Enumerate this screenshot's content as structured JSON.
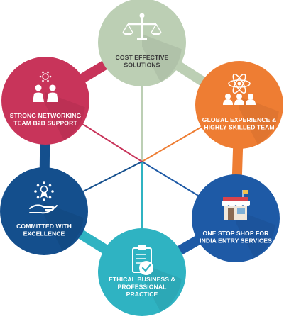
{
  "diagram": {
    "nodes": [
      {
        "id": "cost",
        "label_lines": [
          "COST EFFECTIVE",
          "SOLUTIONS"
        ],
        "color": "#bccfb4",
        "text_color": "#3a3a3a",
        "icon": "scales-icon"
      },
      {
        "id": "global",
        "label_lines": [
          "GLOBAL EXPERIENCE &",
          "HIGHLY SKILLED TEAM"
        ],
        "color": "#ee7d33",
        "text_color": "#ffffff",
        "icon": "global-team-icon"
      },
      {
        "id": "onestop",
        "label_lines": [
          "ONE STOP SHOP FOR",
          "INDIA ENTRY SERVICES"
        ],
        "color": "#1e5aa6",
        "text_color": "#ffffff",
        "icon": "storefront-icon"
      },
      {
        "id": "ethical",
        "label_lines": [
          "ETHICAL BUSINESS &",
          "PROFESSIONAL",
          "PRACTICE"
        ],
        "color": "#2fb3c2",
        "text_color": "#ffffff",
        "icon": "clipboard-check-icon"
      },
      {
        "id": "committed",
        "label_lines": [
          "COMMITTED WITH",
          "EXCELLENCE"
        ],
        "color": "#144f8d",
        "text_color": "#ffffff",
        "icon": "hand-award-icon"
      },
      {
        "id": "networking",
        "label_lines": [
          "STRONG NETWORKING",
          "TEAM B2B SUPPORT"
        ],
        "color": "#c8345a",
        "text_color": "#ffffff",
        "icon": "networking-team-icon"
      }
    ],
    "ring_colors": [
      "#bccfb4",
      "#ee7d33",
      "#1e5aa6",
      "#2fb3c2",
      "#144f8d",
      "#c8345a"
    ]
  }
}
